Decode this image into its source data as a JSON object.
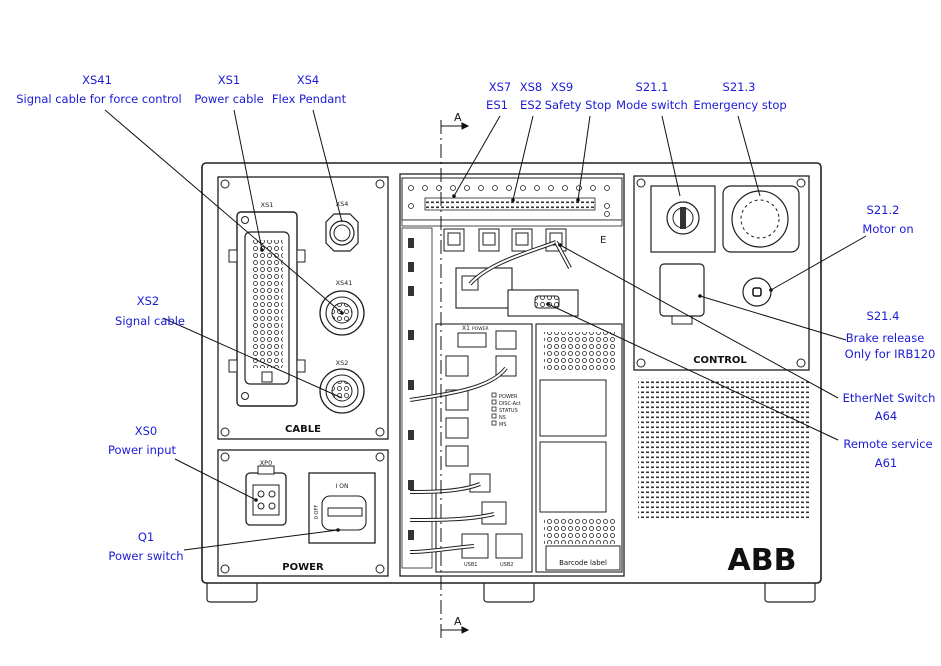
{
  "callouts": {
    "xs41": {
      "code": "XS41",
      "desc": "Signal cable for force control"
    },
    "xs1": {
      "code": "XS1",
      "desc": "Power cable"
    },
    "xs4": {
      "code": "XS4",
      "desc": "Flex Pendant"
    },
    "xs7": {
      "code": "XS7",
      "desc": "ES1"
    },
    "xs8": {
      "code": "XS8",
      "desc": "ES2"
    },
    "xs9": {
      "code": "XS9",
      "desc": "Safety Stop"
    },
    "s211": {
      "code": "S21.1",
      "desc": "Mode switch"
    },
    "s213": {
      "code": "S21.3",
      "desc": "Emergency stop"
    },
    "s212": {
      "code": "S21.2",
      "desc": "Motor on"
    },
    "s214": {
      "code": "S21.4",
      "desc": "Brake release",
      "desc2": "Only for IRB120"
    },
    "xs2": {
      "code": "XS2",
      "desc": "Signal cable"
    },
    "a64": {
      "desc": "EtherNet Switch",
      "code": "A64"
    },
    "a61": {
      "desc": "Remote service",
      "code": "A61"
    },
    "xs0": {
      "code": "XS0",
      "desc": "Power input"
    },
    "q1": {
      "code": "Q1",
      "desc": "Power switch"
    }
  },
  "panel_labels": {
    "cable": "CABLE",
    "power": "POWER",
    "control": "CONTROL",
    "barcode": "Barcode label",
    "brand": "ABB",
    "section_top": "A",
    "section_bottom": "A"
  },
  "connector_labels": {
    "xs1": "XS1",
    "xs4": "XS4",
    "xs41": "XS41",
    "xs2": "XS2",
    "xp0": "XP0",
    "ion": "I ON",
    "off": "0 OFF",
    "x1": "X1",
    "x1_sub": "POWER",
    "status": [
      "POWER",
      "DISC-Act",
      "STATUS",
      "NS",
      "MS"
    ],
    "usb1": "USB1",
    "usb2": "USB2"
  },
  "colors": {
    "callout": "#1a1ad6",
    "line": "#1f1f1f"
  }
}
